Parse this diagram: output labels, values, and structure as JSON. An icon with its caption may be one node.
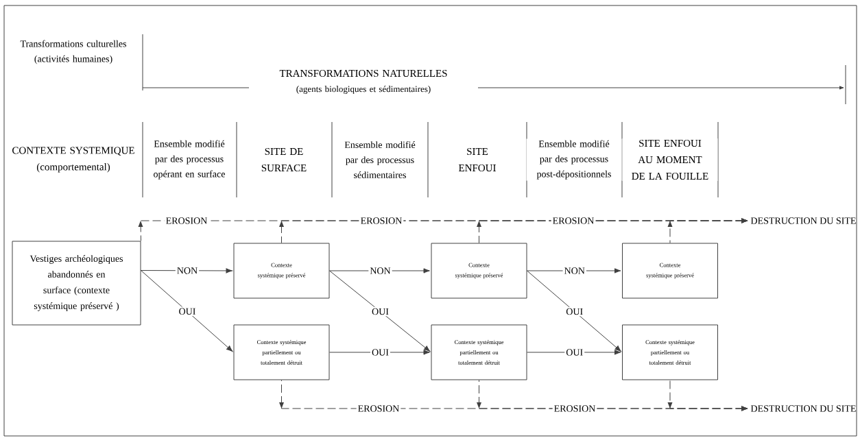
{
  "diagram": {
    "nodes": [
      {
        "text": [
          "Vestiges archéologiques abandonnés en surface (contexte systémique préservé )"
        ]
      },
      {
        "text": [
          "Contexte systémique préservé"
        ]
      },
      {
        "text": [
          "Contexte systémique partiellement ou totalement détruit"
        ]
      },
      {
        "text": [
          "Contexte systémique préservé"
        ]
      },
      {
        "text": [
          "Contexte systémique partiellement ou totalement détruit"
        ]
      },
      {
        "text": [
          "Contexte systémique préservé"
        ]
      },
      {
        "text": [
          "Contexte systémique partiellement ou totalement détruit"
        ]
      },
      {
        "text": [
          "DESTRUCTION DU SITE"
        ]
      },
      {
        "text": [
          "DESTRUCTION DU SITE"
        ]
      }
    ],
    "edges": [
      {
        "from": 0,
        "to": 1,
        "arrow": "to",
        "label": "NON"
      },
      {
        "from": 0,
        "to": 2,
        "arrow": "to",
        "label": "OUI"
      },
      {
        "from": 1,
        "to": 3,
        "arrow": "to",
        "label": "NON"
      },
      {
        "from": 1,
        "to": 4,
        "arrow": "to",
        "label": "OUI"
      },
      {
        "from": 2,
        "to": 4,
        "arrow": "to",
        "label": "OUI"
      },
      {
        "from": 3,
        "to": 5,
        "arrow": "to",
        "label": "NON"
      },
      {
        "from": 3,
        "to": 6,
        "arrow": "to",
        "label": "OUI"
      },
      {
        "from": 4,
        "to": 6,
        "arrow": "to",
        "label": "OUI"
      },
      {
        "from": 0,
        "to": 7,
        "arrow": "to",
        "label": "EROSION",
        "style": "dashed"
      },
      {
        "from": 1,
        "to": 7,
        "arrow": "to",
        "label": "EROSION",
        "style": "dashed"
      },
      {
        "from": 3,
        "to": 7,
        "arrow": "to",
        "label": "EROSION",
        "style": "dashed"
      },
      {
        "from": 5,
        "to": 7,
        "arrow": "to",
        "style": "dashed"
      },
      {
        "from": 2,
        "to": 8,
        "arrow": "to",
        "label": "EROSION",
        "style": "dashed"
      },
      {
        "from": 4,
        "to": 8,
        "arrow": "to",
        "label": "EROSION",
        "style": "dashed"
      },
      {
        "from": 6,
        "to": 8,
        "arrow": "to",
        "style": "dashed"
      }
    ],
    "labels": [
      "Transformations culturelles (activités humaines)",
      "TRANSFORMATIONS NATURELLES",
      "(agents biologiques et sédimentaires)",
      "CONTEXTE SYSTEMIQUE (comportemental)",
      "Ensemble modifié par des processus opérant en surface",
      "SITE DE SURFACE",
      "Ensemble modifié par des processus sédimentaires",
      "SITE ENFOUI",
      "Ensemble modifié par des processus post-dépositionnels",
      "SITE ENFOUI AU MOMENT DE LA FOUILLE"
    ]
  }
}
